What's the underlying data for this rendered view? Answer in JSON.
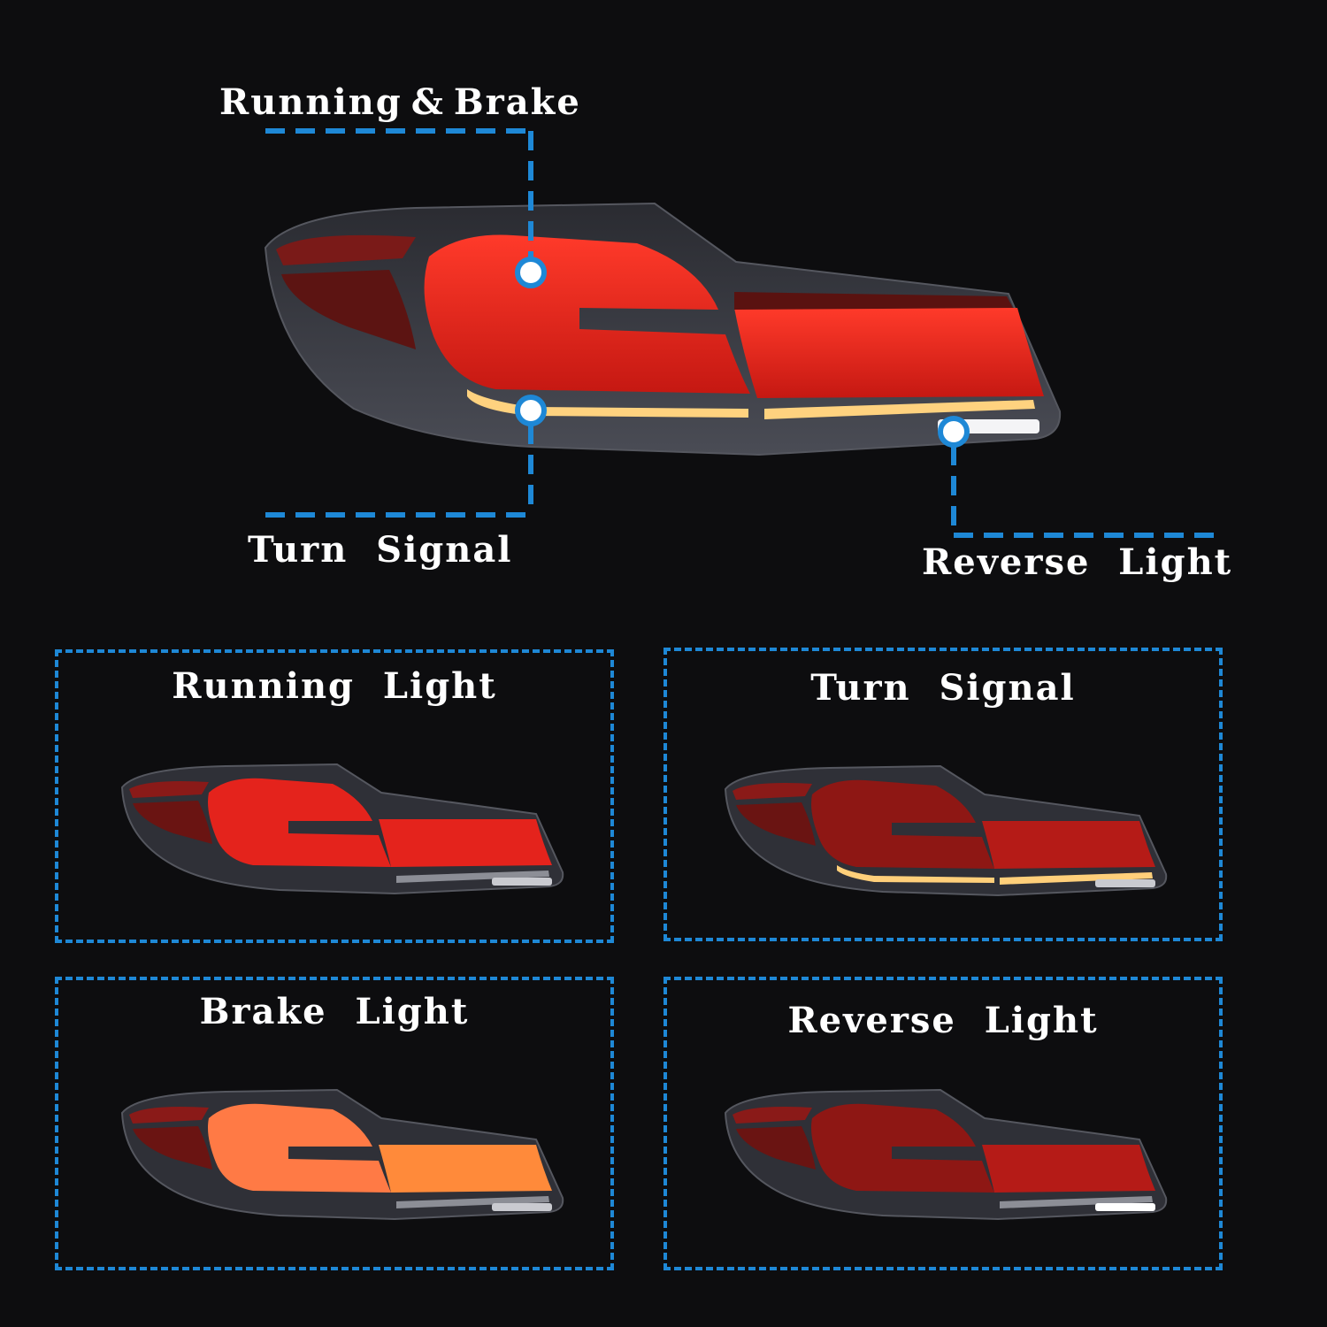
{
  "callouts": {
    "running_brake": "Running & Brake",
    "turn_signal": "Turn  Signal",
    "reverse_light": "Reverse  Light"
  },
  "panels": [
    {
      "title": "Running  Light",
      "mode": "running"
    },
    {
      "title": "Turn  Signal",
      "mode": "turn"
    },
    {
      "title": "Brake  Light",
      "mode": "brake"
    },
    {
      "title": "Reverse  Light",
      "mode": "reverse"
    }
  ],
  "colors": {
    "accent": "#1e88d6",
    "red": "#e4231c",
    "amber": "#ffcf7a",
    "white": "#ffffff",
    "housing": "#3a3c44",
    "background": "#0d0d0f"
  }
}
